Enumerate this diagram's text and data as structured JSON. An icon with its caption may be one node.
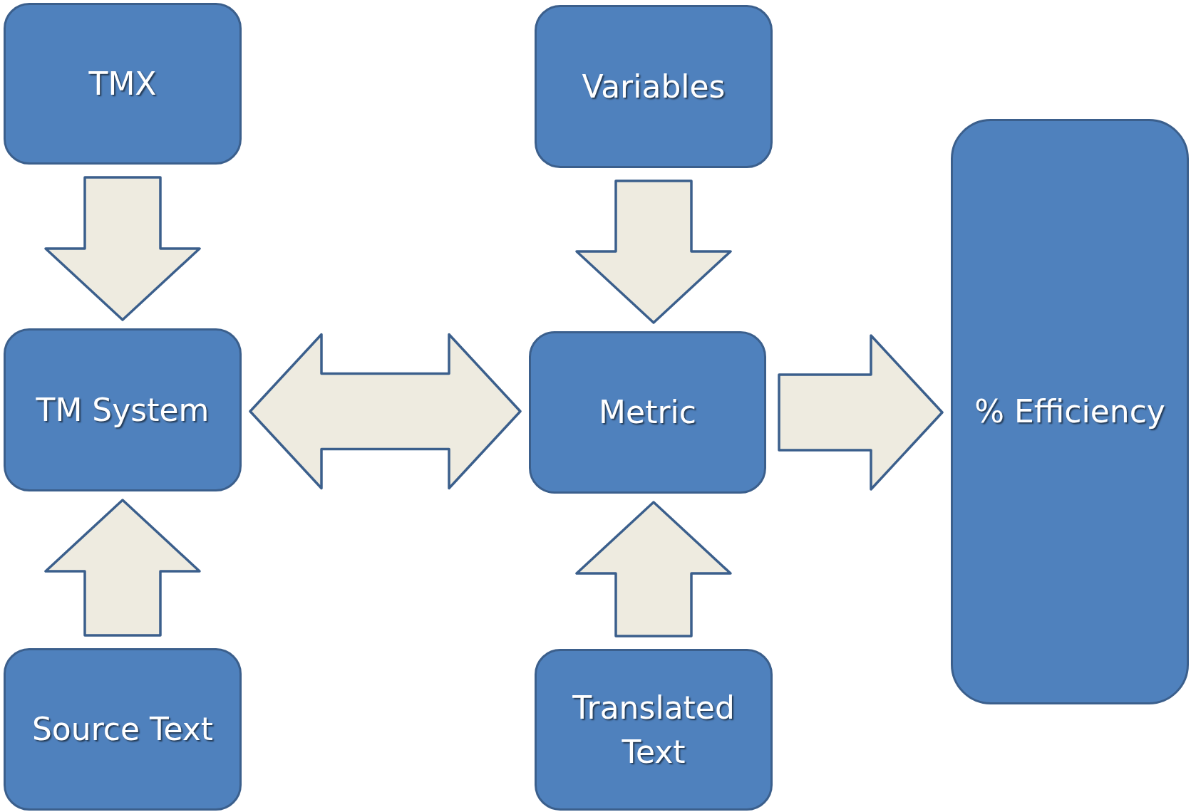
{
  "diagram": {
    "nodes": [
      {
        "text": [
          "TMX"
        ]
      },
      {
        "text": [
          "Variables"
        ]
      },
      {
        "text": [
          "TM System"
        ]
      },
      {
        "text": [
          "Metric"
        ]
      },
      {
        "text": [
          "% Efficiency"
        ]
      },
      {
        "text": [
          "Source Text"
        ]
      },
      {
        "text": [
          "Translated Text"
        ]
      }
    ],
    "edges": [
      {
        "from": 0,
        "to": 2,
        "arrow": "to"
      },
      {
        "from": 1,
        "to": 3,
        "arrow": "to"
      },
      {
        "from": 5,
        "to": 2,
        "arrow": "to"
      },
      {
        "from": 6,
        "to": 3,
        "arrow": "to"
      },
      {
        "from": 2,
        "to": 3,
        "arrow": "both"
      },
      {
        "from": 3,
        "to": 4,
        "arrow": "to"
      }
    ]
  }
}
